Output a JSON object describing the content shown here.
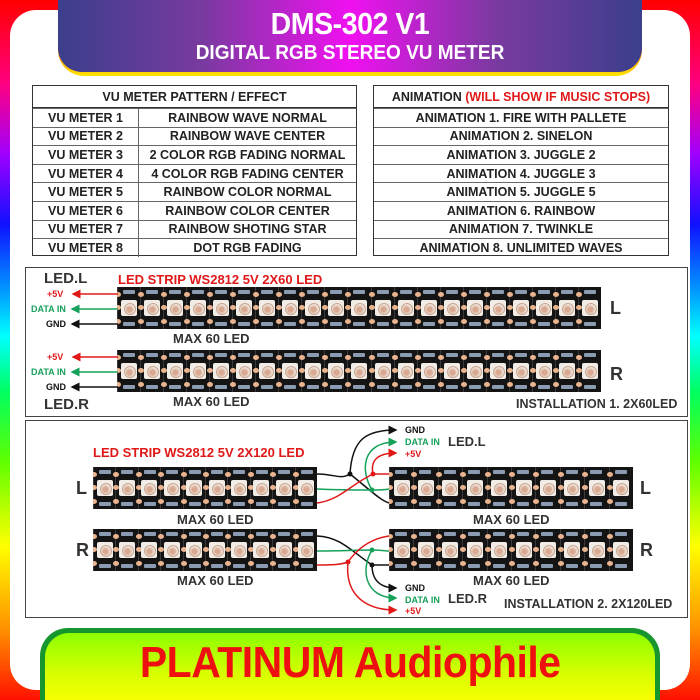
{
  "header": {
    "title": "DMS-302 V1",
    "subtitle": "DIGITAL RGB STEREO VU METER"
  },
  "vu_table": {
    "heading": "VU METER PATTERN / EFFECT",
    "rows": [
      {
        "name": "VU METER 1",
        "effect": "RAINBOW WAVE NORMAL"
      },
      {
        "name": "VU METER 2",
        "effect": "RAINBOW WAVE CENTER"
      },
      {
        "name": "VU METER 3",
        "effect": "2 COLOR RGB FADING NORMAL"
      },
      {
        "name": "VU METER 4",
        "effect": "4 COLOR RGB FADING CENTER"
      },
      {
        "name": "VU METER 5",
        "effect": "RAINBOW COLOR NORMAL"
      },
      {
        "name": "VU METER 6",
        "effect": "RAINBOW COLOR CENTER"
      },
      {
        "name": "VU METER 7",
        "effect": "RAINBOW SHOTING STAR"
      },
      {
        "name": "VU METER 8",
        "effect": "DOT RGB FADING"
      }
    ]
  },
  "animation_table": {
    "heading": "ANIMATION",
    "heading_note": "(WILL SHOW IF MUSIC STOPS)",
    "rows": [
      "ANIMATION  1.  FIRE WITH PALLETE",
      "ANIMATION  2.  SINELON",
      "ANIMATION  3.  JUGGLE 2",
      "ANIMATION  4.  JUGGLE 3",
      "ANIMATION  5.  JUGGLE 5",
      "ANIMATION  6.  RAINBOW",
      "ANIMATION  7.  TWINKLE",
      "ANIMATION  8.  UNLIMITED WAVES"
    ]
  },
  "installation1": {
    "led_l_label": "LED.L",
    "led_r_label": "LED.R",
    "strip_title": "LED STRIP WS2812 5V  2X60 LED",
    "wires": {
      "vcc": "+5V",
      "data": "DATA IN",
      "gnd": "GND"
    },
    "max_label_top": "MAX 60 LED",
    "max_label_bottom": "MAX 60 LED",
    "side_l": "L",
    "side_r": "R",
    "caption": "INSTALLATION 1. 2X60LED",
    "leds_per_strip": 21
  },
  "installation2": {
    "strip_title": "LED STRIP WS2812 5V  2X120 LED",
    "led_l_label": "LED.L",
    "led_r_label": "LED.R",
    "wires": {
      "vcc": "+5V",
      "data": "DATA IN",
      "gnd": "GND"
    },
    "left_side_l": "L",
    "left_side_r": "R",
    "right_side_l": "L",
    "right_side_r": "R",
    "max_left_top": "MAX 60 LED",
    "max_left_bottom": "MAX 60 LED",
    "max_right_top": "MAX 60 LED",
    "max_right_bottom": "MAX 60 LED",
    "caption": "INSTALLATION 2. 2X120LED",
    "leds_per_strip": 10
  },
  "footer": {
    "brand": "PLATINUM Audiophile"
  },
  "colors": {
    "wire_vcc": "#e01818",
    "wire_data": "#16a05a",
    "wire_gnd": "#111111",
    "header_bg": "#7a3aa0",
    "footer_text": "#ee1010",
    "footer_border": "#17962e"
  }
}
